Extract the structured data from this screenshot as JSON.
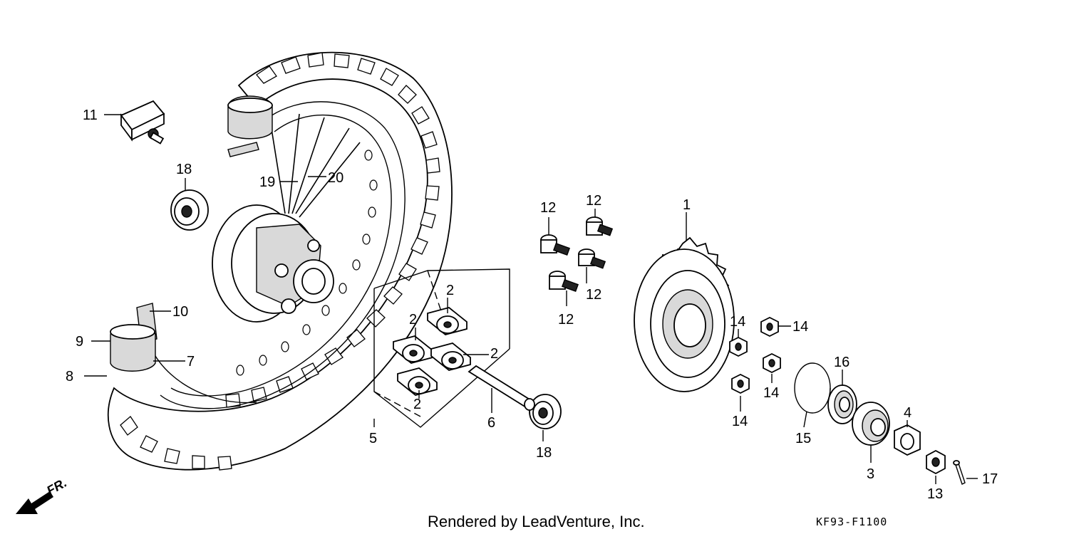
{
  "callouts": [
    {
      "id": "c1",
      "text": "1"
    },
    {
      "id": "c2a",
      "text": "2"
    },
    {
      "id": "c2b",
      "text": "2"
    },
    {
      "id": "c2c",
      "text": "2"
    },
    {
      "id": "c2d",
      "text": "2"
    },
    {
      "id": "c3",
      "text": "3"
    },
    {
      "id": "c4",
      "text": "4"
    },
    {
      "id": "c5",
      "text": "5"
    },
    {
      "id": "c6",
      "text": "6"
    },
    {
      "id": "c7",
      "text": "7"
    },
    {
      "id": "c8",
      "text": "8"
    },
    {
      "id": "c9",
      "text": "9"
    },
    {
      "id": "c10",
      "text": "10"
    },
    {
      "id": "c11",
      "text": "11"
    },
    {
      "id": "c12a",
      "text": "12"
    },
    {
      "id": "c12b",
      "text": "12"
    },
    {
      "id": "c12c",
      "text": "12"
    },
    {
      "id": "c12d",
      "text": "12"
    },
    {
      "id": "c13",
      "text": "13"
    },
    {
      "id": "c14a",
      "text": "14"
    },
    {
      "id": "c14b",
      "text": "14"
    },
    {
      "id": "c14c",
      "text": "14"
    },
    {
      "id": "c14d",
      "text": "14"
    },
    {
      "id": "c15",
      "text": "15"
    },
    {
      "id": "c16",
      "text": "16"
    },
    {
      "id": "c17",
      "text": "17"
    },
    {
      "id": "c18a",
      "text": "18"
    },
    {
      "id": "c18b",
      "text": "18"
    },
    {
      "id": "c19",
      "text": "19"
    },
    {
      "id": "c20",
      "text": "20"
    }
  ],
  "direction_label": "FR.",
  "credit": "Rendered by LeadVenture, Inc.",
  "diagram_code": "KF93-F1100"
}
